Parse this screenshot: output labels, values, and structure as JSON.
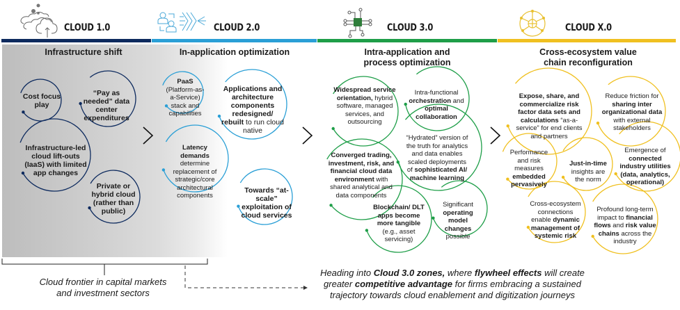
{
  "phases": [
    {
      "title": "CLOUD 1.0",
      "icon": "cloud-upload-icon",
      "color": "#0d2a5e",
      "section_title": "Infrastructure shift",
      "bubbles": [
        {
          "parts": [
            {
              "b": "Cost focus play"
            }
          ]
        },
        {
          "parts": [
            {
              "b": "“Pay as needed” data center expenditures"
            }
          ]
        },
        {
          "parts": [
            {
              "b": "Infrastructure-led cloud lift-outs (IaaS) with limited app changes"
            }
          ]
        },
        {
          "parts": [
            {
              "b": "Private or hybrid cloud (rather than public)"
            }
          ]
        }
      ]
    },
    {
      "title": "CLOUD 2.0",
      "icon": "users-flow-icon",
      "color": "#2a9fd6",
      "section_title": "In-application optimization",
      "bubbles": [
        {
          "parts": [
            {
              "b": "PaaS"
            },
            {
              "t": " (Platform-as-a-Service) stack and capabilities"
            }
          ]
        },
        {
          "parts": [
            {
              "b": "Applications and architecture components redesigned/ rebuilt"
            },
            {
              "t": " to run cloud native"
            }
          ]
        },
        {
          "parts": [
            {
              "b": "Latency demands"
            },
            {
              "t": " determine replacement of strategic/core architectural components"
            }
          ]
        },
        {
          "parts": [
            {
              "b": "Towards “at-scale” exploitation of cloud services"
            }
          ]
        }
      ]
    },
    {
      "title": "CLOUD 3.0",
      "icon": "circuit-chip-icon",
      "color": "#1e9e48",
      "section_title_line1": "Intra-application and",
      "section_title_line2": "process optimization",
      "bubbles": [
        {
          "parts": [
            {
              "b": "Widespread service orientation,"
            },
            {
              "t": " hybrid software, managed services, and outsourcing"
            }
          ]
        },
        {
          "parts": [
            {
              "t": "Intra-functional "
            },
            {
              "b": "orchestration"
            },
            {
              "t": " and "
            },
            {
              "b": "optimal collaboration"
            }
          ]
        },
        {
          "parts": [
            {
              "t": "“Hydrated” version of the truth for analytics and data enables scaled deployments of "
            },
            {
              "b": "sophisticated AI/ machine learning"
            }
          ]
        },
        {
          "parts": [
            {
              "b": "Converged trading, investment, risk, and financial cloud data environment"
            },
            {
              "t": " with shared analytical and data components"
            }
          ]
        },
        {
          "parts": [
            {
              "b": "Blockchain/ DLT apps become more tangible"
            },
            {
              "t": " (e.g., asset servicing)"
            }
          ]
        },
        {
          "parts": [
            {
              "t": "Significant "
            },
            {
              "b": "operating model changes"
            },
            {
              "t": " possible"
            }
          ]
        }
      ]
    },
    {
      "title": "CLOUD X.0",
      "icon": "globe-network-icon",
      "color": "#f0c020",
      "section_title_line1": "Cross-ecosystem value",
      "section_title_line2": "chain reconfiguration",
      "bubbles": [
        {
          "parts": [
            {
              "b": "Expose, share, and commercialize risk factor data sets and calculations"
            },
            {
              "t": " “as-a-service” for end clients and partners"
            }
          ]
        },
        {
          "parts": [
            {
              "t": "Reduce friction for "
            },
            {
              "b": "sharing inter organizational data"
            },
            {
              "t": " with external stakeholders"
            }
          ]
        },
        {
          "parts": [
            {
              "t": "Performance and risk measures "
            },
            {
              "b": "embedded pervasively"
            }
          ]
        },
        {
          "parts": [
            {
              "b": "Just-in-time"
            },
            {
              "t": " insights are the norm"
            }
          ]
        },
        {
          "parts": [
            {
              "t": "Emergence of "
            },
            {
              "b": "connected industry utilities (data, analytics, operational)"
            }
          ]
        },
        {
          "parts": [
            {
              "t": "Cross-ecosystem connections enable "
            },
            {
              "b": "dynamic management of systemic risk"
            }
          ]
        },
        {
          "parts": [
            {
              "t": "Profound long-term impact to "
            },
            {
              "b": "financial flows"
            },
            {
              "t": " and "
            },
            {
              "b": "risk value chains"
            },
            {
              "t": " across the industry"
            }
          ]
        }
      ]
    }
  ],
  "caption_left": "Cloud frontier in capital markets and investment sectors",
  "caption_right": [
    {
      "t": "Heading into "
    },
    {
      "b": "Cloud 3.0 zones,"
    },
    {
      "t": " where "
    },
    {
      "b": "flywheel effects"
    },
    {
      "t": " will create greater "
    },
    {
      "b": "competitive advantage"
    },
    {
      "t": " for firms embracing a sustained trajectory towards cloud enablement and digitization journeys"
    }
  ]
}
